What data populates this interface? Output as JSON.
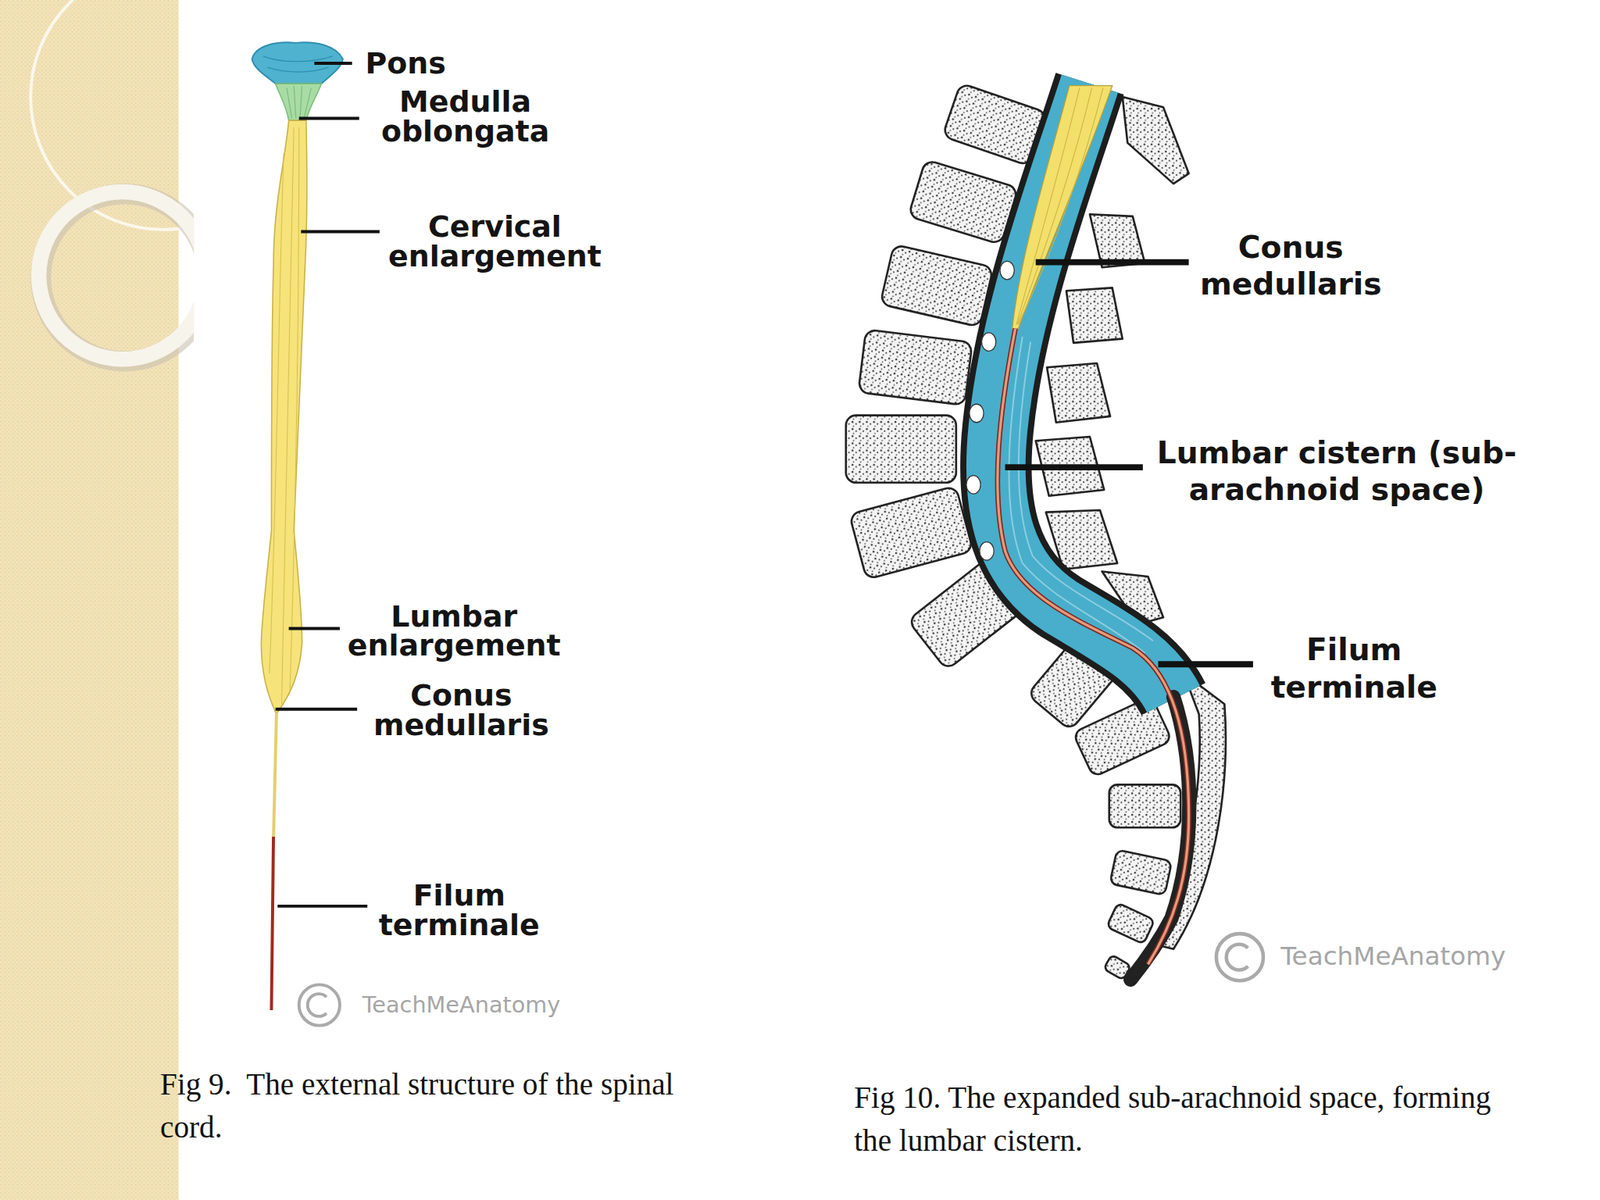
{
  "diagram": {
    "labels": [
      "Pons",
      "Medulla oblongata",
      "Cervical enlargement",
      "Lumbar enlargement",
      "Conus medullaris",
      "Filum terminale",
      "TeachMeAnatomy",
      "Conus medullaris",
      "Lumbar cistern (sub-arachnoid space)",
      "Filum terminale",
      "TeachMeAnatomy",
      "Fig 9.  The external structure of the spinal cord.",
      "Fig 10. The expanded sub-arachnoid space, forming the lumbar cistern."
    ]
  }
}
